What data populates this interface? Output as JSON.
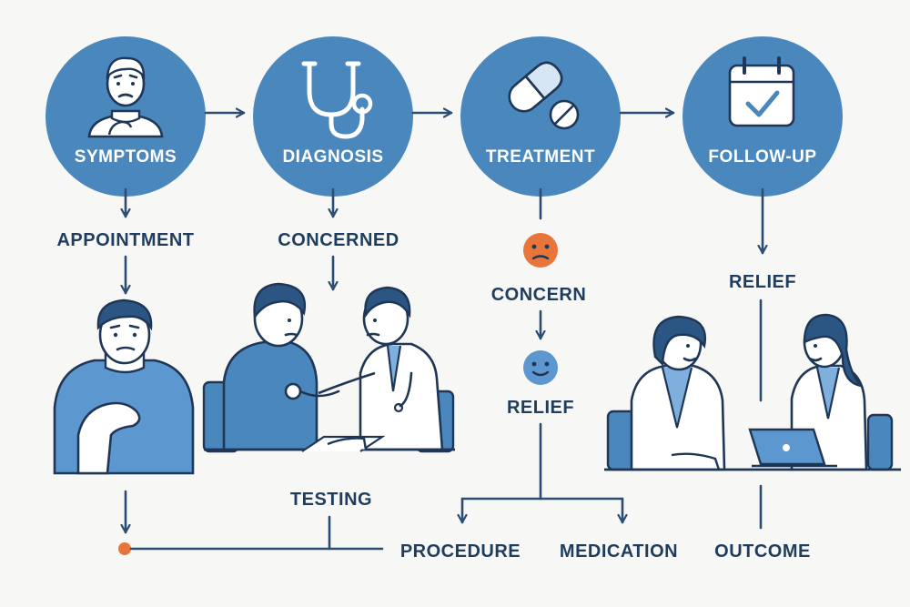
{
  "stages": [
    {
      "label": "SYMPTOMS",
      "icon": "worried-person-icon"
    },
    {
      "label": "DIAGNOSIS",
      "icon": "stethoscope-icon"
    },
    {
      "label": "TREATMENT",
      "icon": "pills-icon"
    },
    {
      "label": "FOLLOW-UP",
      "icon": "calendar-check-icon"
    }
  ],
  "flow_labels": {
    "appointment": "APPOINTMENT",
    "concerned": "CONCERNED",
    "concern": "CONCERN",
    "relief_treatment": "RELIEF",
    "relief_followup": "RELIEF",
    "testing": "TESTING",
    "procedure": "PROCEDURE",
    "medication": "MEDICATION",
    "outcome": "OUTCOME"
  },
  "colors": {
    "stage_circle": "#4a87bd",
    "line": "#2c4d73",
    "accent_orange": "#e8763a",
    "accent_blue": "#5d97cf",
    "text_dark": "#1f3d5e",
    "background": "#f7f7f5"
  }
}
